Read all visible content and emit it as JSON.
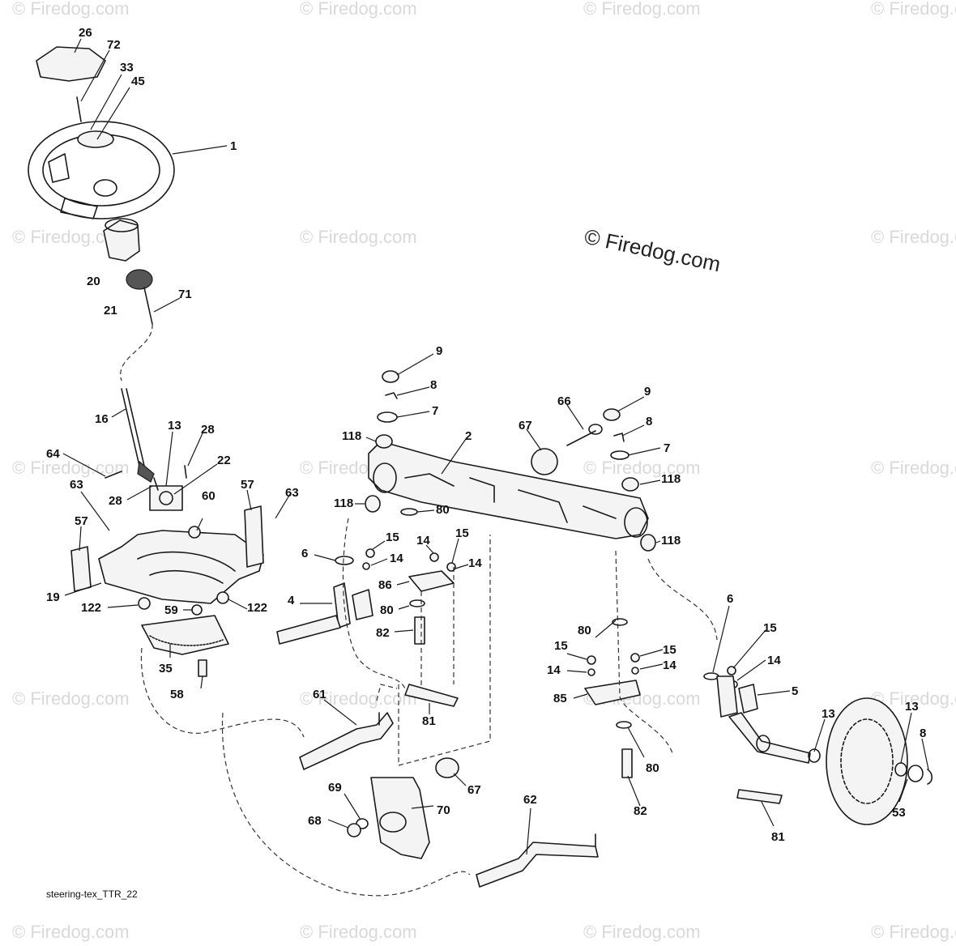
{
  "diagram": {
    "caption": "steering-tex_TTR_22",
    "copyright_notice": "© Firedog.com",
    "watermark_text": "© Firedog.com",
    "colors": {
      "line": "#1a1a1a",
      "watermark": "#d9d9d9",
      "background": "#ffffff"
    }
  },
  "callouts": {
    "c26": "26",
    "c72": "72",
    "c33": "33",
    "c45": "45",
    "c1": "1",
    "c20": "20",
    "c21": "21",
    "c71": "71",
    "c16": "16",
    "c13a": "13",
    "c28a": "28",
    "c64": "64",
    "c22": "22",
    "c28b": "28",
    "c63a": "63",
    "c60": "60",
    "c57a": "57",
    "c63b": "63",
    "c57b": "57",
    "c19": "19",
    "c122a": "122",
    "c59": "59",
    "c122b": "122",
    "c35": "35",
    "c58": "58",
    "c9a": "9",
    "c8a": "8",
    "c7a": "7",
    "c118a": "118",
    "c2": "2",
    "c66": "66",
    "c67a": "67",
    "c9b": "9",
    "c8b": "8",
    "c7b": "7",
    "c118b": "118",
    "c118c": "118",
    "c80a": "80",
    "c118d": "118",
    "c6a": "6",
    "c15a": "15",
    "c14a": "14",
    "c14b": "14",
    "c15b": "15",
    "c14c": "14",
    "c4": "4",
    "c86": "86",
    "c80b": "80",
    "c82a": "82",
    "c6b": "6",
    "c15c": "15",
    "c14d": "14",
    "c80c": "80",
    "c15d": "15",
    "c15e": "15",
    "c14e": "14",
    "c14f": "14",
    "c85": "85",
    "c5": "5",
    "c61": "61",
    "c81a": "81",
    "c13b": "13",
    "c13c": "13",
    "c8c": "8",
    "c67b": "67",
    "c80d": "80",
    "c82b": "82",
    "c53": "53",
    "c69": "69",
    "c70": "70",
    "c62": "62",
    "c68": "68",
    "c81b": "81"
  }
}
